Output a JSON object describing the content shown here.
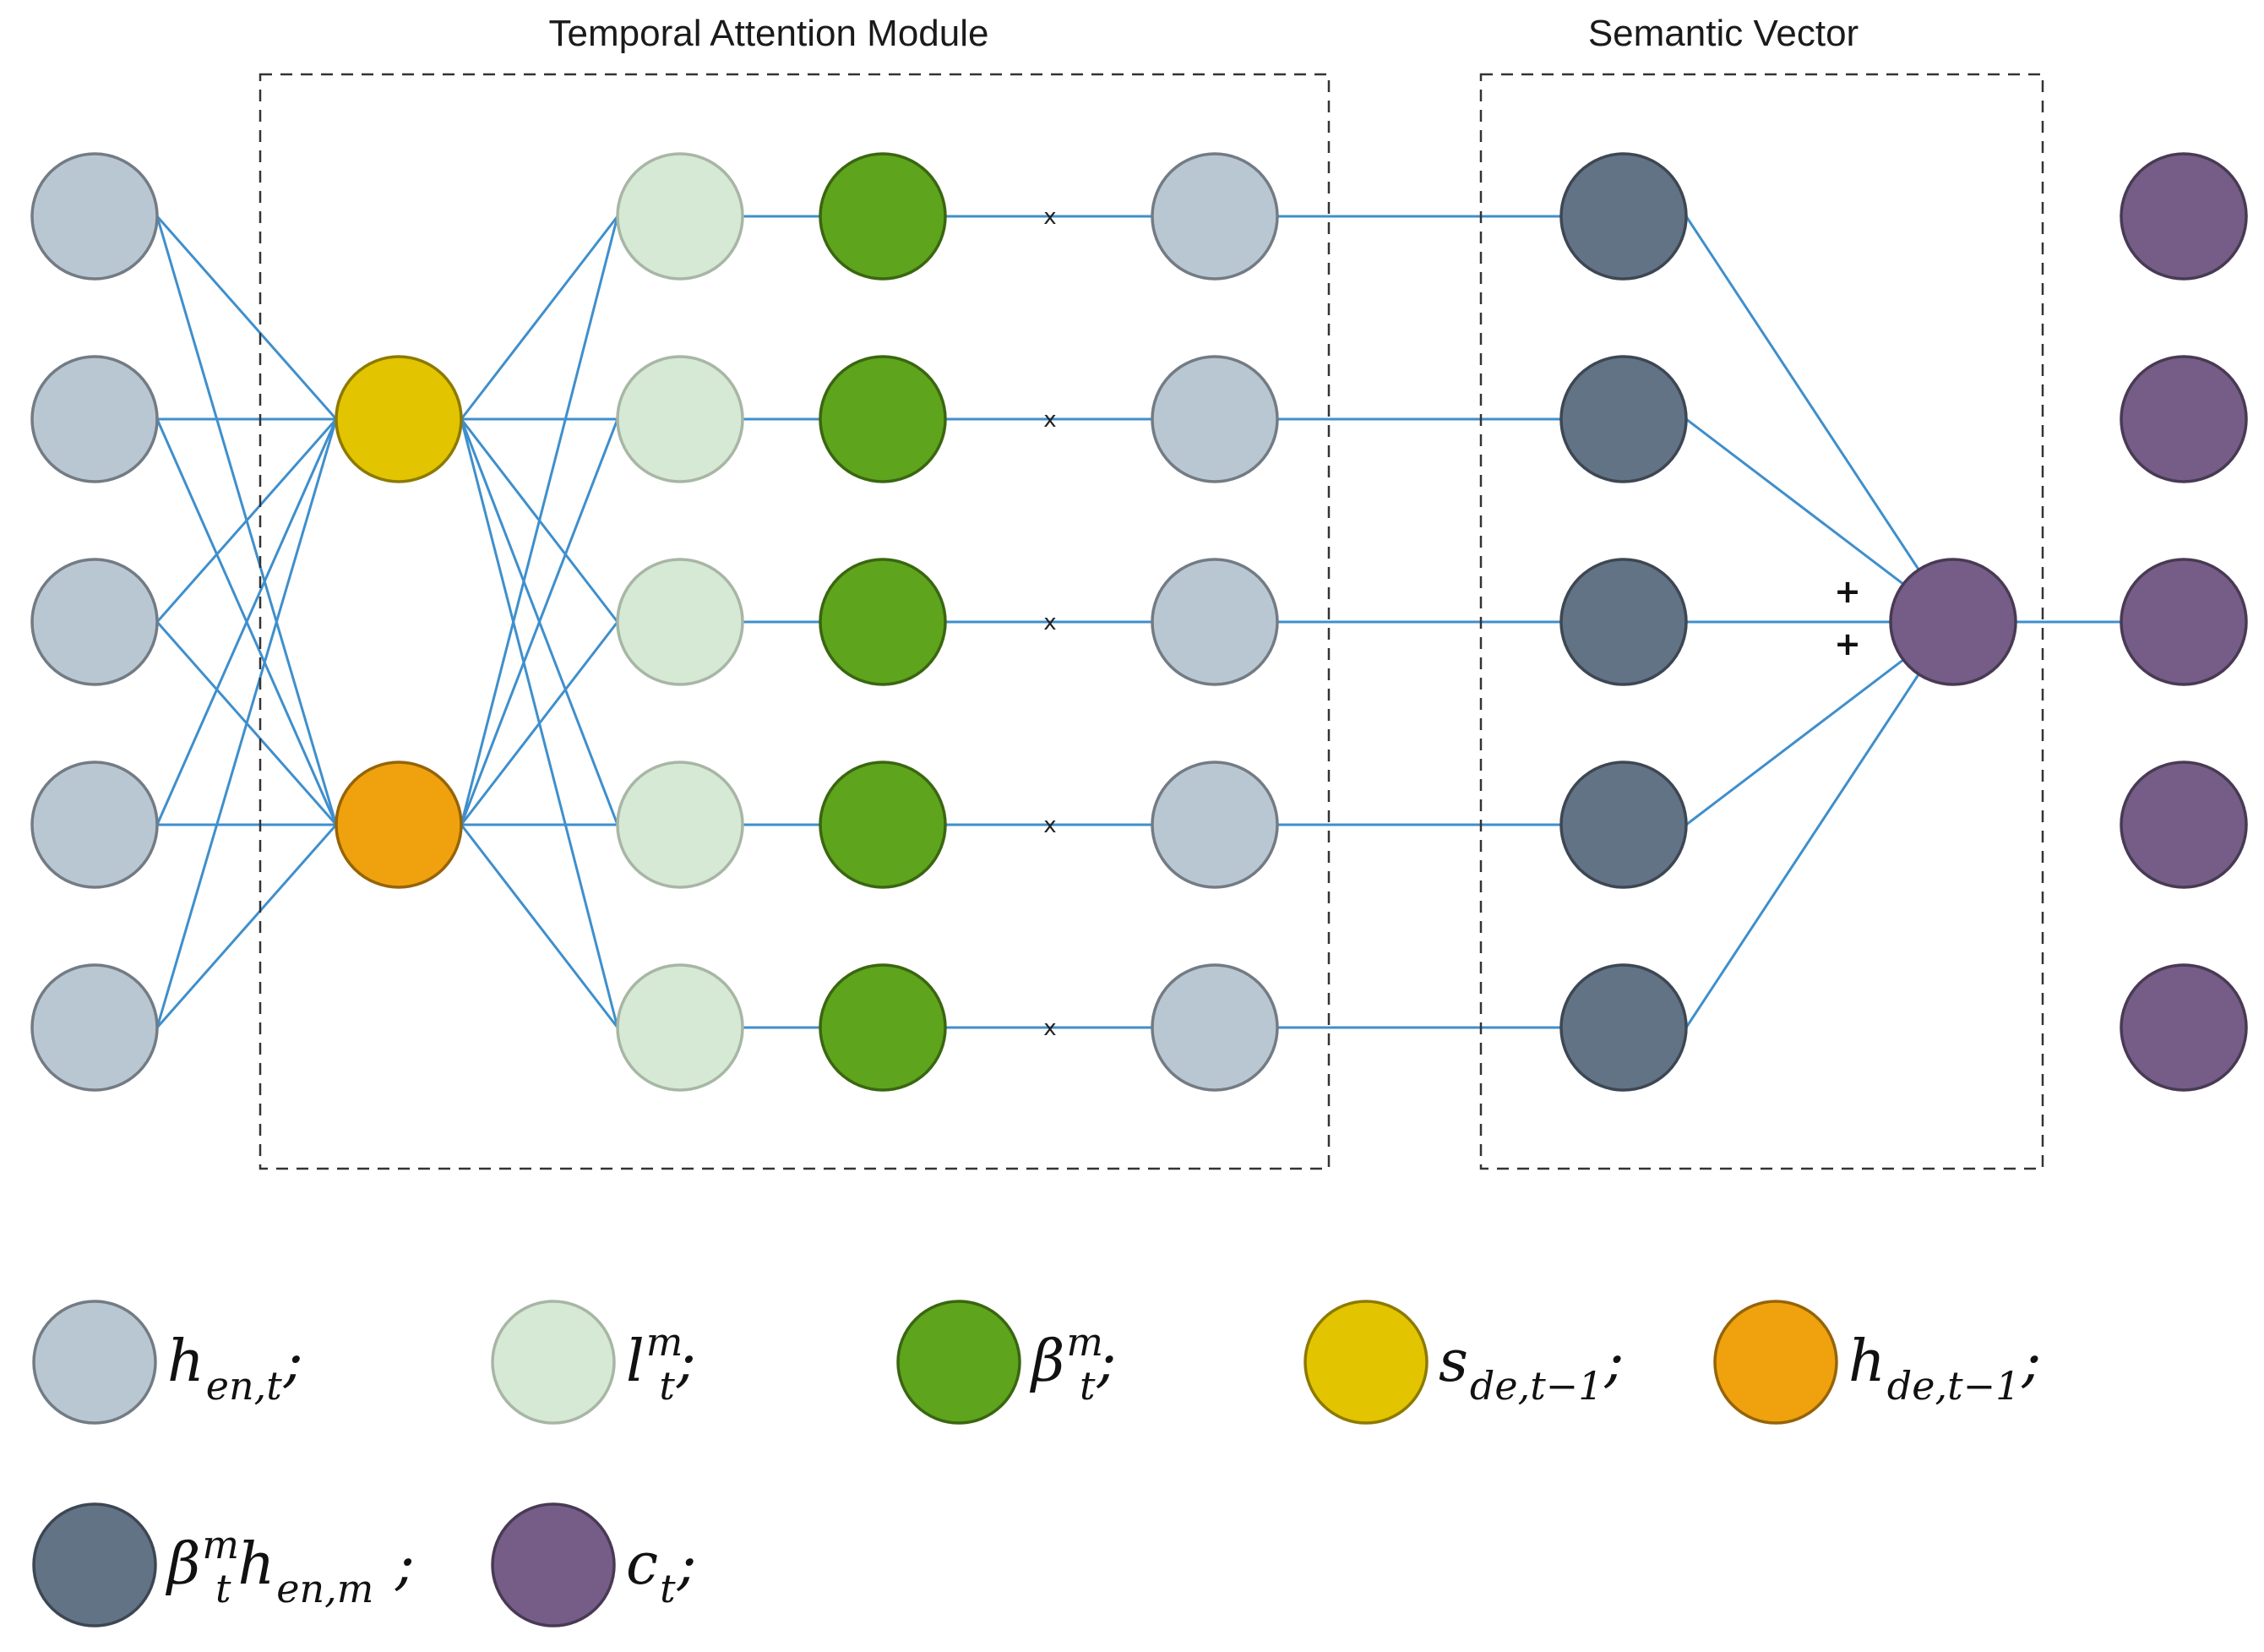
{
  "titles": {
    "attention": "Temporal Attention Module",
    "semantic": "Semantic Vector"
  },
  "operators": {
    "multiply": "x",
    "plus": "+"
  },
  "colors": {
    "encoder_hidden": "#b9c7d3",
    "attention_score": "#d6e9d4",
    "attention_weight": "#5ea41c",
    "decoder_state": "#e2c400",
    "decoder_hidden": "#f0a10e",
    "weighted_hidden": "#627386",
    "context": "#755d87",
    "edge": "#3f8fcc"
  },
  "legend": [
    {
      "key": "encoder_hidden",
      "base": "h",
      "sub": "en,t",
      "sup": "",
      "tail": ";"
    },
    {
      "key": "attention_score",
      "base": "l",
      "sub": "t",
      "sup": "m",
      "tail": ";"
    },
    {
      "key": "attention_weight",
      "base": "β",
      "sub": "t",
      "sup": "m",
      "tail": ";"
    },
    {
      "key": "decoder_state",
      "base": "s",
      "sub": "de,t−1",
      "sup": "",
      "tail": ";"
    },
    {
      "key": "decoder_hidden",
      "base": "h",
      "sub": "de,t−1",
      "sup": "",
      "tail": ";"
    },
    {
      "key": "weighted_hidden",
      "base": "β",
      "sub": "t",
      "sup": "m",
      "base2": "h",
      "sub2": "en,m",
      "tail": " ;"
    },
    {
      "key": "context",
      "base": "c",
      "sub": "t",
      "sup": "",
      "tail": ";"
    }
  ]
}
